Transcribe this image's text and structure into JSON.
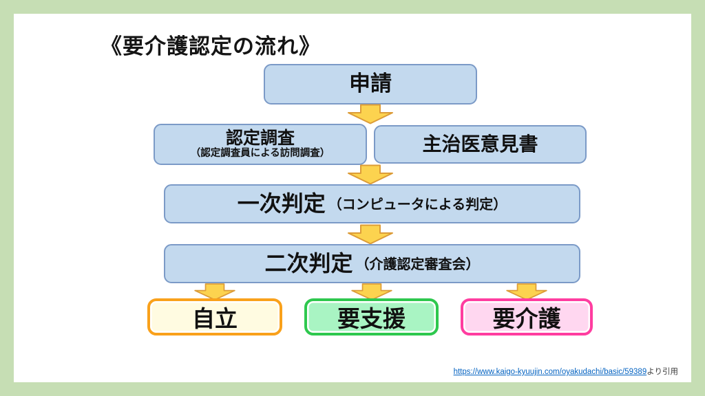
{
  "title": "《要介護認定の流れ》",
  "flow": {
    "application": {
      "label": "申請"
    },
    "survey": {
      "label": "認定調査",
      "sub": "（認定調査員による訪問調査）"
    },
    "doctor_opinion": {
      "label": "主治医意見書"
    },
    "primary_judgment": {
      "label": "一次判定",
      "sub": "（コンピュータによる判定）"
    },
    "secondary_judgment": {
      "label": "二次判定",
      "sub": "（介護認定審査会）"
    },
    "outcomes": [
      {
        "label": "自立"
      },
      {
        "label": "要支援"
      },
      {
        "label": "要介護"
      }
    ]
  },
  "citation": {
    "url": "https://www.kaigo-kyuujin.com/oyakudachi/basic/59389",
    "suffix": "より引用"
  },
  "colors": {
    "slide_border_green": "#c6deb4",
    "process_box_fill": "#c3d9ee",
    "process_box_border": "#7b9ac7",
    "arrow_fill": "#fcd34f",
    "arrow_border": "#dc9c38",
    "outcome_jiritsu_fill": "#fffbe1",
    "outcome_jiritsu_border": "#f9a11b",
    "outcome_yoshien_fill": "#a9f4c3",
    "outcome_yoshien_border": "#2ec84e",
    "outcome_yokaigo_fill": "#ffd7f0",
    "outcome_yokaigo_border": "#ff3da0",
    "link_blue": "#0563c1"
  }
}
